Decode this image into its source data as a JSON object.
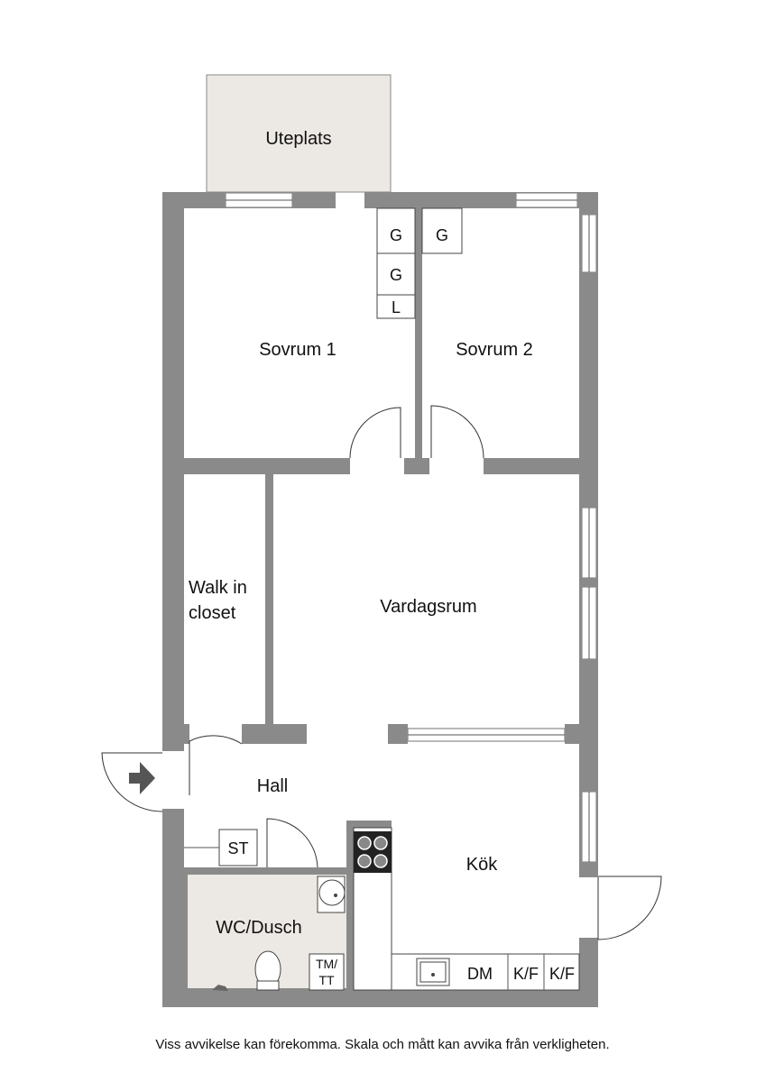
{
  "rooms": {
    "uteplats": "Uteplats",
    "sovrum1": "Sovrum 1",
    "sovrum2": "Sovrum 2",
    "walkin_line1": "Walk in",
    "walkin_line2": "closet",
    "vardagsrum": "Vardagsrum",
    "hall": "Hall",
    "kok": "Kök",
    "wc": "WC/Dusch"
  },
  "fixtures": {
    "g1": "G",
    "g2": "G",
    "g3": "G",
    "l": "L",
    "st": "ST",
    "tm_line1": "TM/",
    "tm_line2": "TT",
    "dm": "DM",
    "kf1": "K/F",
    "kf2": "K/F"
  },
  "colors": {
    "wall": "#8a8a8a",
    "patio": "#ece8e3",
    "wet_room": "#ece8e3"
  },
  "disclaimer": "Viss avvikelse kan förekomma. Skala och mått kan avvika från verkligheten."
}
